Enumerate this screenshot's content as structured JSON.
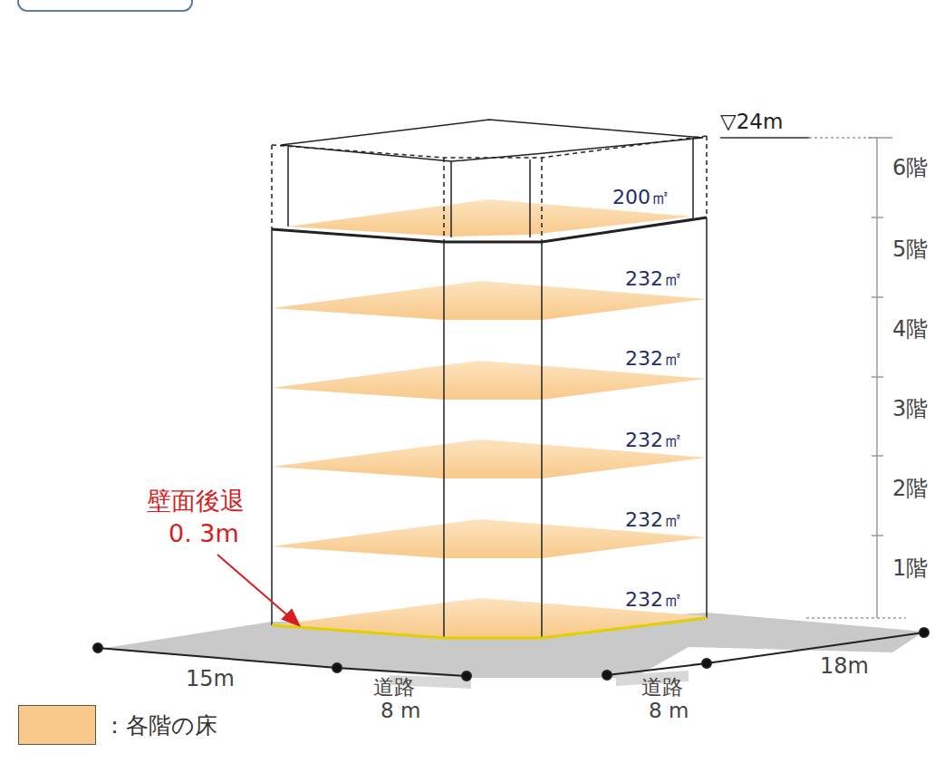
{
  "diagram": {
    "labels": [
      "▽24m",
      "6階",
      "200㎡",
      "5階",
      "232㎡",
      "4階",
      "232㎡",
      "3階",
      "232㎡",
      "壁面後退",
      "0. 3m",
      "2階",
      "232㎡",
      "1階",
      "232㎡",
      "15m",
      "道路",
      "8 m",
      "道路",
      "8 m",
      "18m"
    ],
    "legend": [
      {
        "text": "：各階の床",
        "color": "#f8c98a"
      }
    ]
  }
}
